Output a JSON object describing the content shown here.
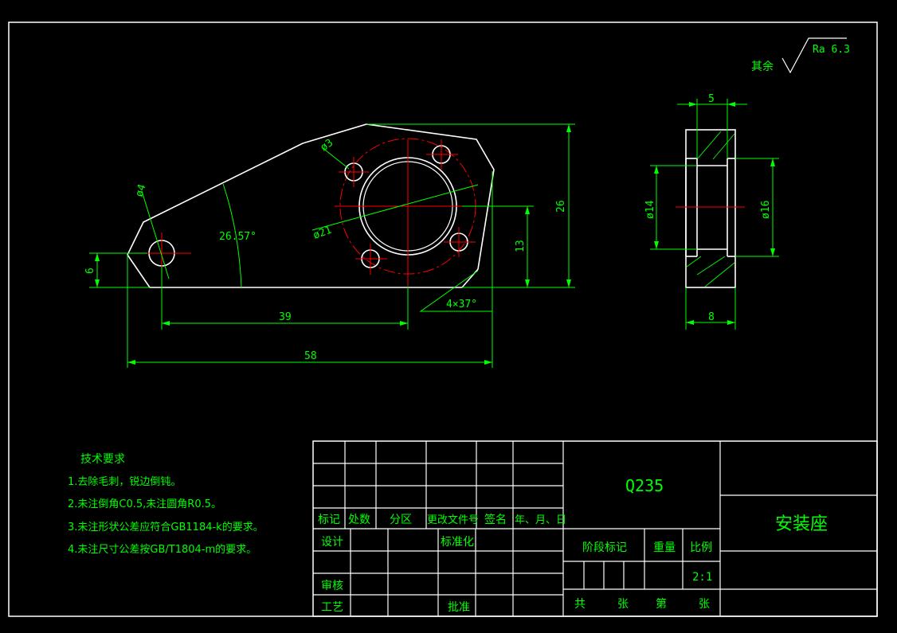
{
  "drawing": {
    "surface_note_label": "其余",
    "roughness": "Ra 6.3",
    "front_view": {
      "dim_hole_dia": "ø4",
      "dim_small_hole": "ø3",
      "dim_angle": "26.57°",
      "dim_bolt_circle": "ø21",
      "dim_height_6": "6",
      "dim_height_13": "13",
      "dim_height_26": "26",
      "dim_chamfer": "4×37°",
      "dim_39": "39",
      "dim_58": "58"
    },
    "side_view": {
      "dim_5": "5",
      "dim_8": "8",
      "dim_d14": "ø14",
      "dim_d16": "ø16"
    }
  },
  "tech_requirements": {
    "title": "技术要求",
    "items": [
      "1.去除毛刺，锐边倒钝。",
      "2.未注倒角C0.5,未注圆角R0.5。",
      "3.未注形状公差应符合GB1184-k的要求。",
      "4.未注尺寸公差按GB/T1804-m的要求。"
    ]
  },
  "title_block": {
    "material": "Q235",
    "part_name": "安装座",
    "scale": "2:1",
    "headers": [
      "标记",
      "处数",
      "分区",
      "更改文件号",
      "签名",
      "年、月、日"
    ],
    "design": "设计",
    "standardization": "标准化",
    "review": "审核",
    "process": "工艺",
    "approve": "批准",
    "stage_mark": "阶段标记",
    "weight": "重量",
    "scale_label": "比例",
    "total": "共",
    "sheets": "张",
    "sheet_no": "第",
    "sheets2": "张"
  }
}
